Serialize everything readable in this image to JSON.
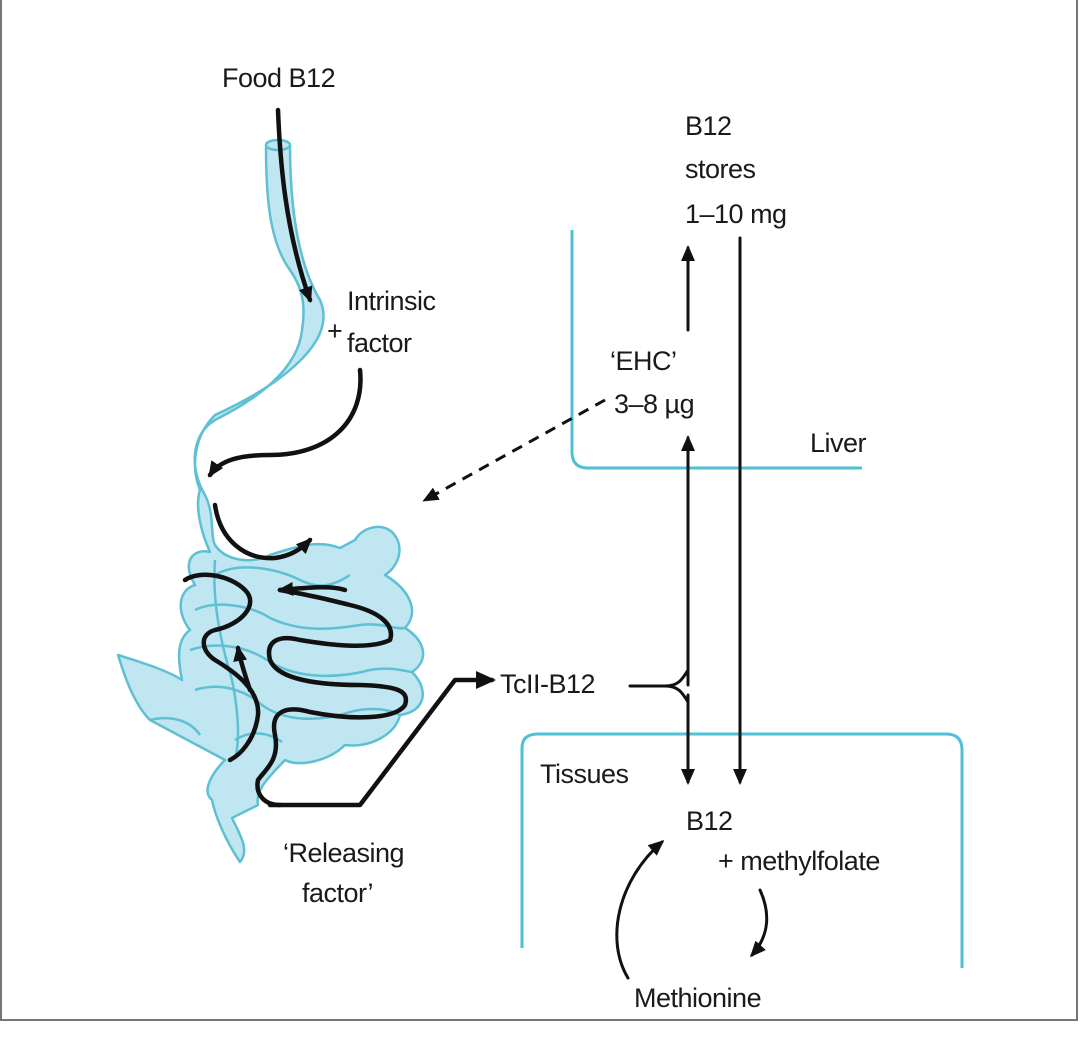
{
  "labels": {
    "food_b12": "Food B12",
    "plus_if": "+",
    "intrinsic": "Intrinsic",
    "factor": "factor",
    "b12_top": "B12",
    "stores": "stores",
    "stores_amount": "1–10 mg",
    "ehc": "‘EHC’",
    "ehc_amount": "3–8 µg",
    "liver": "Liver",
    "tcii": "TcII-B12",
    "tissues": "Tissues",
    "b12_tissue": "B12",
    "methylfolate": "+ methylfolate",
    "methionine": "Methionine",
    "releasing": "‘Releasing",
    "releasing_factor": "factor’"
  },
  "colors": {
    "gut_fill": "#bfe6f1",
    "gut_stroke": "#5fc0d4",
    "compartment": "#4fc1d6",
    "arrow": "#111111"
  }
}
